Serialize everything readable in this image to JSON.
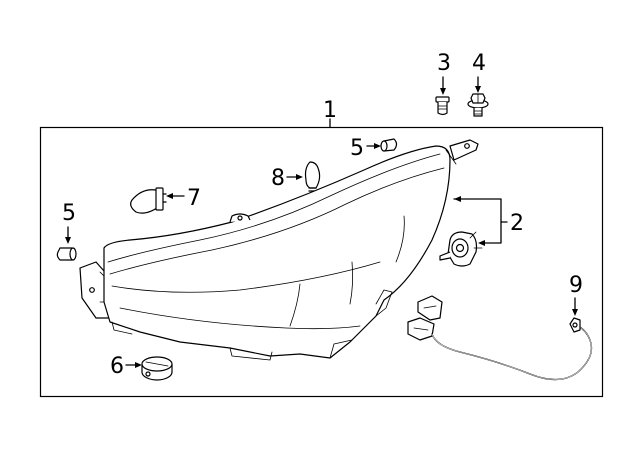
{
  "callouts": {
    "c1": "1",
    "c2": "2",
    "c3": "3",
    "c4": "4",
    "c5_top": "5",
    "c5_left": "5",
    "c6": "6",
    "c7": "7",
    "c8": "8",
    "c9": "9"
  },
  "colors": {
    "line": "#000000",
    "background": "#ffffff"
  }
}
